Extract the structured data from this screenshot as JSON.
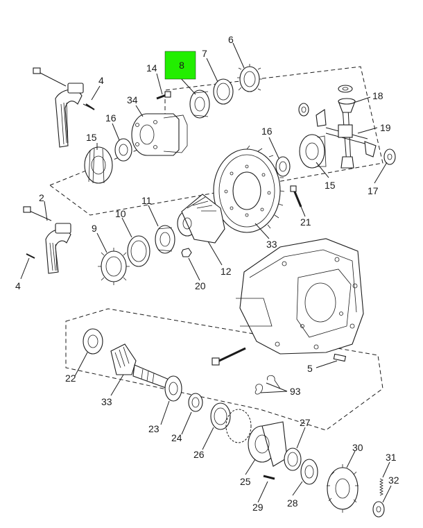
{
  "highlight": {
    "label": "8",
    "color": "#22ee00"
  },
  "callouts": {
    "c2": "2",
    "c4a": "4",
    "c4b": "4",
    "c5": "5",
    "c6": "6",
    "c7": "7",
    "c9": "9",
    "c10": "10",
    "c11": "11",
    "c12": "12",
    "c14": "14",
    "c15a": "15",
    "c15b": "15",
    "c16a": "16",
    "c16b": "16",
    "c17": "17",
    "c18": "18",
    "c19": "19",
    "c20": "20",
    "c21": "21",
    "c22": "22",
    "c23": "23",
    "c24": "24",
    "c25": "25",
    "c26": "26",
    "c27": "27",
    "c28": "28",
    "c29": "29",
    "c30": "30",
    "c31": "31",
    "c32": "32",
    "c33a": "33",
    "c33b": "33",
    "c34": "34",
    "c93": "93"
  }
}
